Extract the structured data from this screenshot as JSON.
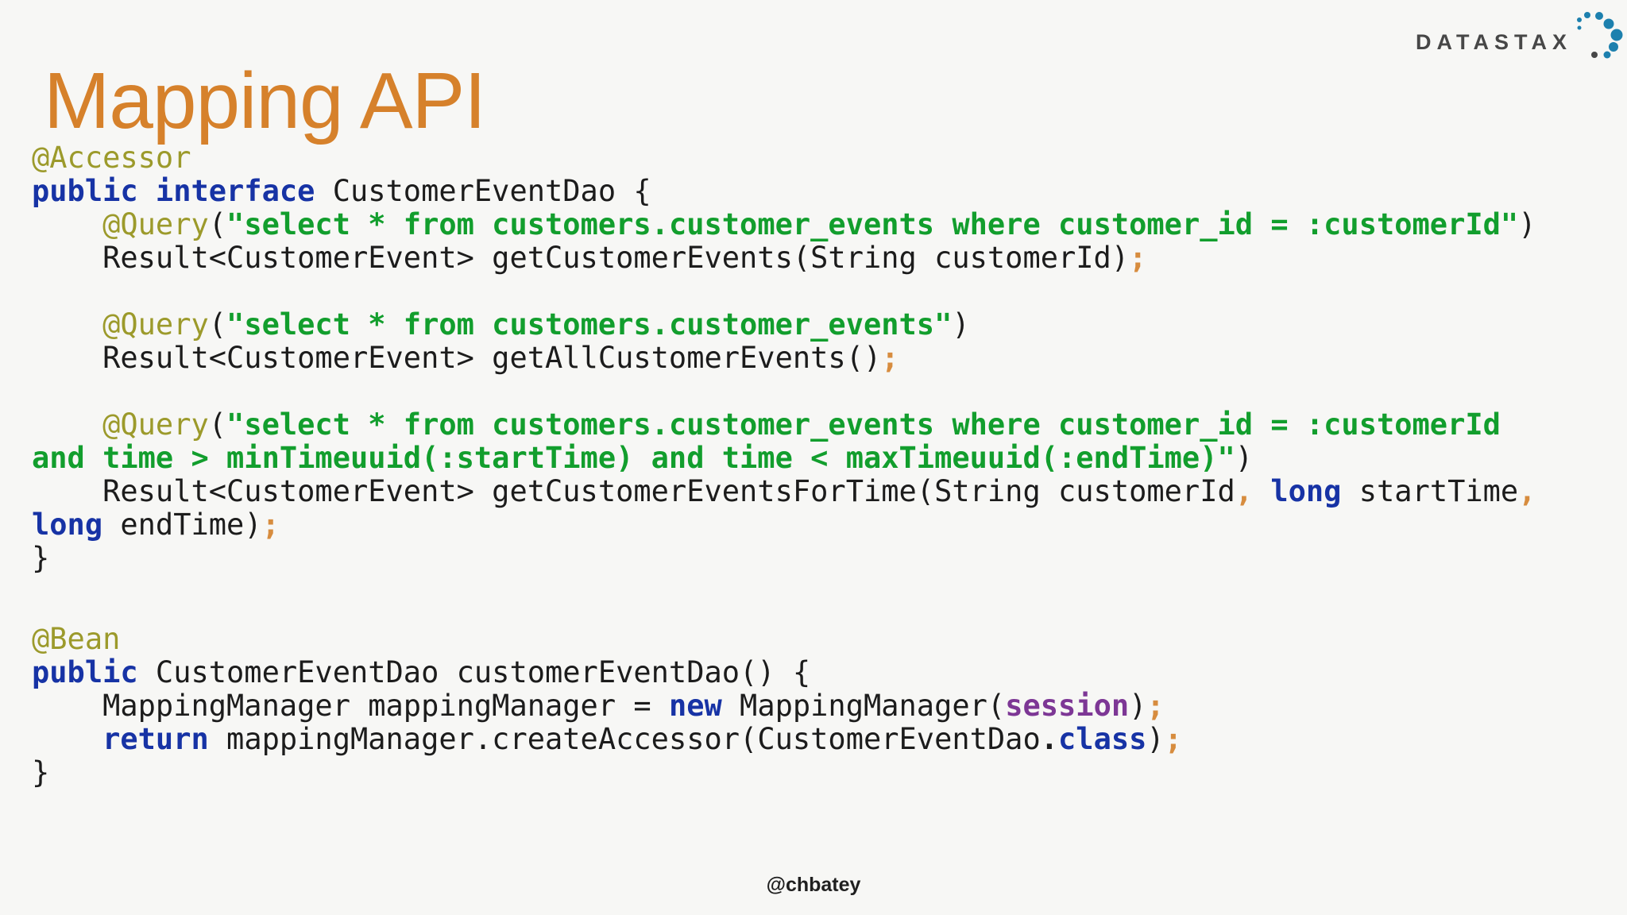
{
  "slide": {
    "title": "Mapping API",
    "footer": "@chbatey"
  },
  "logo": {
    "wordmark": "DATASTAX"
  },
  "colors": {
    "background": "#f7f7f5",
    "title": "#d6812b",
    "code": "#1c1c1c",
    "annotation": "#9c9a2b",
    "keyword": "#1733a5",
    "string": "#129e2d",
    "punctuation": "#d78c3e",
    "field": "#7d3795",
    "logo_text": "#474747",
    "logo_dot": "#1d80ae"
  },
  "code_blocks": [
    {
      "name": "accessor-interface",
      "lines": [
        [
          {
            "t": "@Accessor",
            "c": "ann"
          }
        ],
        [
          {
            "t": "public interface",
            "c": "kw"
          },
          {
            "t": " CustomerEventDao {",
            "c": "pl"
          }
        ],
        [
          {
            "t": "    ",
            "c": "pl"
          },
          {
            "t": "@Query",
            "c": "ann"
          },
          {
            "t": "(",
            "c": "pl"
          },
          {
            "t": "\"select * from customers.customer_events where customer_id = :customerId\"",
            "c": "str"
          },
          {
            "t": ")",
            "c": "pl"
          }
        ],
        [
          {
            "t": "    Result<CustomerEvent> getCustomerEvents(String customerId)",
            "c": "pl"
          },
          {
            "t": ";",
            "c": "punc"
          }
        ],
        [],
        [
          {
            "t": "    ",
            "c": "pl"
          },
          {
            "t": "@Query",
            "c": "ann"
          },
          {
            "t": "(",
            "c": "pl"
          },
          {
            "t": "\"select * from customers.customer_events\"",
            "c": "str"
          },
          {
            "t": ")",
            "c": "pl"
          }
        ],
        [
          {
            "t": "    Result<CustomerEvent> getAllCustomerEvents()",
            "c": "pl"
          },
          {
            "t": ";",
            "c": "punc"
          }
        ],
        [],
        [
          {
            "t": "    ",
            "c": "pl"
          },
          {
            "t": "@Query",
            "c": "ann"
          },
          {
            "t": "(",
            "c": "pl"
          },
          {
            "t": "\"select * from customers.customer_events where customer_id = :customerId",
            "c": "str"
          }
        ],
        [
          {
            "t": "and time > minTimeuuid(:startTime) and time < maxTimeuuid(:endTime)\"",
            "c": "str"
          },
          {
            "t": ")",
            "c": "pl"
          }
        ],
        [
          {
            "t": "    Result<CustomerEvent> getCustomerEventsForTime(String customerId",
            "c": "pl"
          },
          {
            "t": ",",
            "c": "punc"
          },
          {
            "t": " ",
            "c": "pl"
          },
          {
            "t": "long",
            "c": "kw"
          },
          {
            "t": " startTime",
            "c": "pl"
          },
          {
            "t": ",",
            "c": "punc"
          }
        ],
        [
          {
            "t": "long",
            "c": "kw"
          },
          {
            "t": " endTime)",
            "c": "pl"
          },
          {
            "t": ";",
            "c": "punc"
          }
        ],
        [
          {
            "t": "}",
            "c": "pl"
          }
        ]
      ]
    },
    {
      "name": "bean-definition",
      "lines": [
        [
          {
            "t": "@Bean",
            "c": "ann"
          }
        ],
        [
          {
            "t": "public",
            "c": "kw"
          },
          {
            "t": " CustomerEventDao customerEventDao() {",
            "c": "pl"
          }
        ],
        [
          {
            "t": "    MappingManager mappingManager = ",
            "c": "pl"
          },
          {
            "t": "new",
            "c": "kw"
          },
          {
            "t": " MappingManager(",
            "c": "pl"
          },
          {
            "t": "session",
            "c": "obj"
          },
          {
            "t": ")",
            "c": "pl"
          },
          {
            "t": ";",
            "c": "punc"
          }
        ],
        [
          {
            "t": "    ",
            "c": "pl"
          },
          {
            "t": "return",
            "c": "kw"
          },
          {
            "t": " mappingManager.createAccessor(CustomerEventDao",
            "c": "pl"
          },
          {
            "t": ".",
            "c": "b"
          },
          {
            "t": "class",
            "c": "kw"
          },
          {
            "t": ")",
            "c": "pl"
          },
          {
            "t": ";",
            "c": "punc"
          }
        ],
        [
          {
            "t": "}",
            "c": "pl"
          }
        ]
      ]
    }
  ]
}
